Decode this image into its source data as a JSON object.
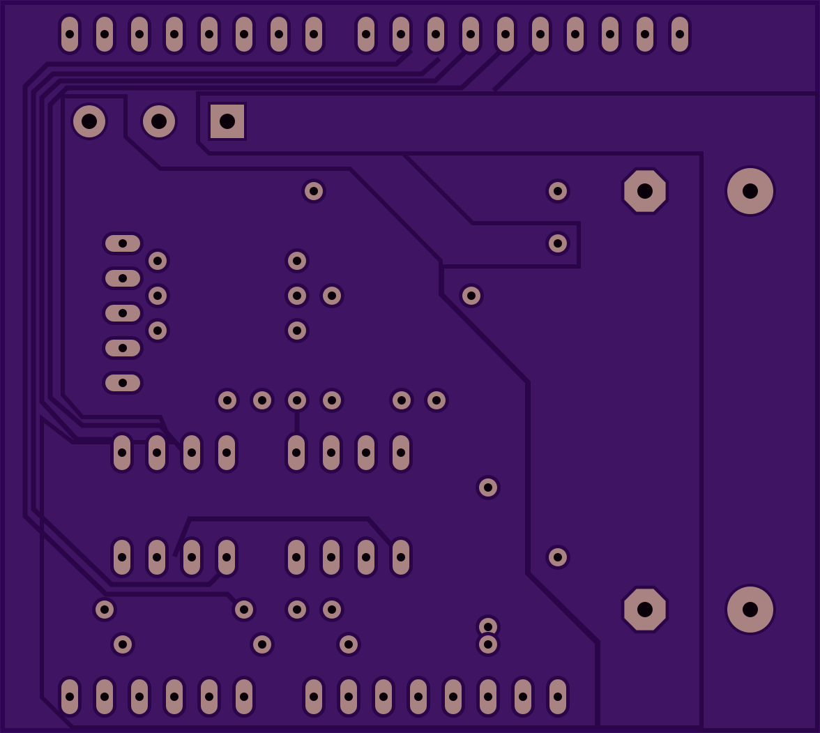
{
  "board": {
    "view": "pcb-bottom-copper",
    "colors": {
      "substrate": "#3a0f62",
      "copper_fill": "#3e1463",
      "clearance": "#2a0548",
      "pad": "#a88382",
      "drill": "#0a0009",
      "outline": "#300455"
    }
  },
  "components": [
    {
      "id": "header-top-left",
      "kind": "oval-pad-row",
      "pins": 8
    },
    {
      "id": "header-top-right",
      "kind": "oval-pad-row",
      "pins": 10
    },
    {
      "id": "header-bottom-left",
      "kind": "oval-pad-row",
      "pins": 6
    },
    {
      "id": "header-bottom-right",
      "kind": "oval-pad-row",
      "pins": 8
    },
    {
      "id": "terminal-block",
      "kind": "round-and-square-pads",
      "pins": 3
    },
    {
      "id": "side-connector",
      "kind": "horizontal-oval-pad-column",
      "pins": 5
    },
    {
      "id": "ic-dip-upper-left",
      "kind": "oval-pad-row",
      "pins": 4
    },
    {
      "id": "ic-dip-upper-right",
      "kind": "oval-pad-row",
      "pins": 4
    },
    {
      "id": "ic-dip-lower-left",
      "kind": "oval-pad-row",
      "pins": 4
    },
    {
      "id": "ic-dip-lower-right",
      "kind": "oval-pad-row",
      "pins": 4
    },
    {
      "id": "mounting-holes",
      "kind": "octagon-and-round-pads",
      "pins": 4
    },
    {
      "id": "vias",
      "kind": "small-round-pads",
      "pins": 30
    }
  ]
}
